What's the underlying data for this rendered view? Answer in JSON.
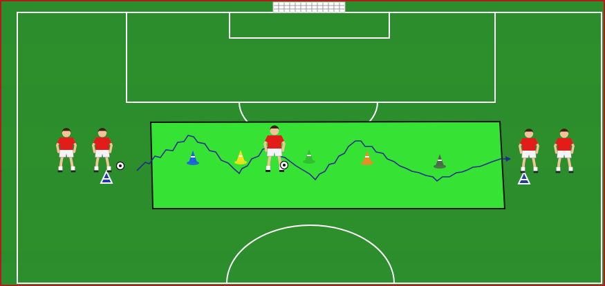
{
  "colors": {
    "border": "#b01c1c",
    "pitch": "#2c8f2c",
    "pitch_stripe": "#2a8a2a",
    "drill_area": "#36e234",
    "line": "#ffffff",
    "dribble_path": "#1f2c8c",
    "shirt": "#e21b1b",
    "shorts": "#f4f4f4",
    "skin": "#f2c49a",
    "hair": "#3a2210",
    "marker_cone": "#2239a8"
  },
  "drill": {
    "cones": [
      {
        "color": "#1f5fe0",
        "name": "blue"
      },
      {
        "color": "#f4e21a",
        "name": "yellow"
      },
      {
        "color": "#2fbf2f",
        "name": "green"
      },
      {
        "color": "#f08a24",
        "name": "orange"
      },
      {
        "color": "#4a6a4a",
        "name": "dark-green"
      }
    ],
    "players": {
      "left_group": 2,
      "right_group": 2,
      "dribbler": 1
    },
    "balls": 2,
    "marker_cones": 2
  },
  "icons": [
    "goal-icon",
    "cone-icon",
    "ball-icon",
    "player-icon",
    "marker-cone-icon"
  ]
}
